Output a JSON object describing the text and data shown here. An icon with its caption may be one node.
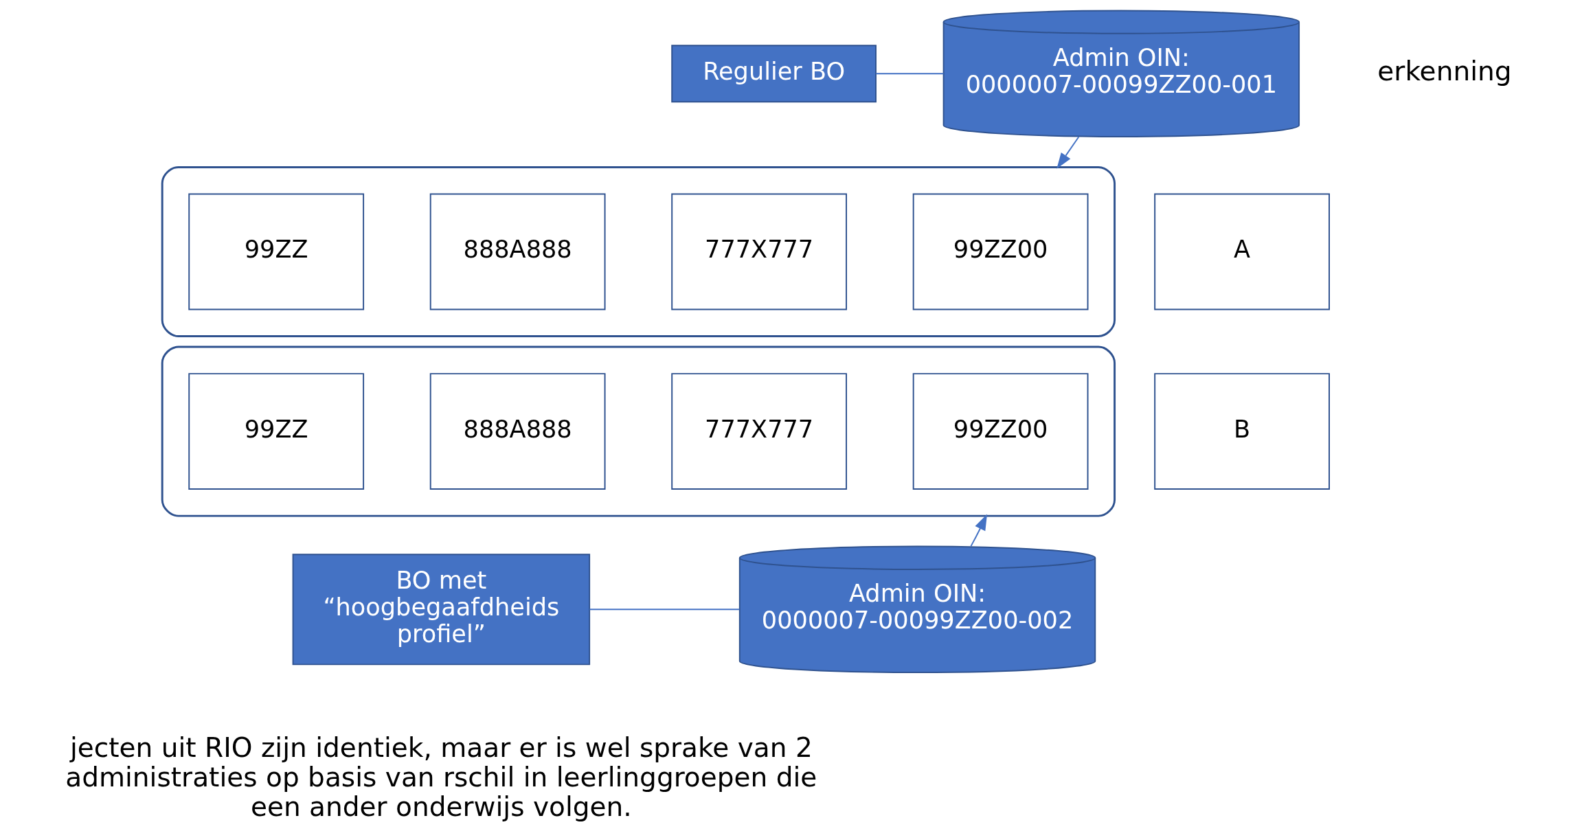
{
  "diagram": {
    "nodes": [
      {
        "text": [
          "Regulier BO"
        ]
      },
      {
        "text": [
          "Admin OIN: 0000007-00099ZZ00-001"
        ]
      },
      {
        "text": [],
        "shape": "box"
      },
      {
        "text": [
          "99ZZ"
        ],
        "in": 2
      },
      {
        "text": [
          "888A888"
        ],
        "in": 2
      },
      {
        "text": [
          "777X777"
        ],
        "in": 2
      },
      {
        "text": [
          "99ZZ00"
        ],
        "in": 2
      },
      {
        "text": [
          "A"
        ]
      },
      {
        "text": [],
        "shape": "box"
      },
      {
        "text": [
          "99ZZ"
        ],
        "in": 8
      },
      {
        "text": [
          "888A888"
        ],
        "in": 8
      },
      {
        "text": [
          "777X777"
        ],
        "in": 8
      },
      {
        "text": [
          "99ZZ00"
        ],
        "in": 8
      },
      {
        "text": [
          "B"
        ]
      },
      {
        "text": [
          "BO met “hoogbegaafdheids profiel”"
        ]
      },
      {
        "text": [
          "Admin OIN: 0000007-00099ZZ00-002"
        ]
      }
    ],
    "edges": [
      {
        "from": 0,
        "to": 1,
        "arrow": "none"
      },
      {
        "from": 1,
        "to": 2,
        "arrow": "to"
      },
      {
        "from": 15,
        "to": 8,
        "arrow": "to"
      },
      {
        "from": 14,
        "to": 15,
        "arrow": "none"
      }
    ],
    "labels": [
      "erkenning",
      "jecten uit RIO zijn identiek, maar er is wel sprake van 2 administraties op basis van rschil in leerlinggroepen die een ander onderwijs volgen."
    ]
  }
}
